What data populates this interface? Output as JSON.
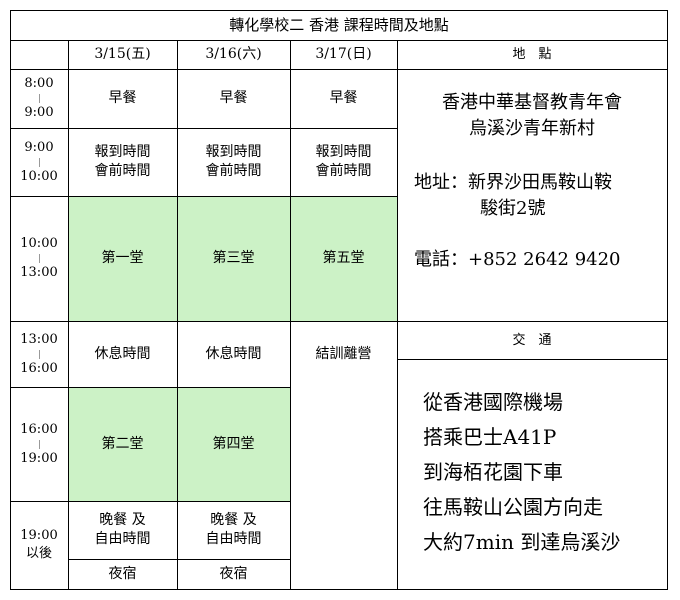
{
  "title": "轉化學校二 香港 課程時間及地點",
  "header": {
    "days": [
      "3/15(五)",
      "3/16(六)",
      "3/17(日)"
    ],
    "location": "地　點"
  },
  "times": [
    {
      "start": "8:00",
      "end": "9:00"
    },
    {
      "start": "9:00",
      "end": "10:00"
    },
    {
      "start": "10:00",
      "end": "13:00"
    },
    {
      "start": "13:00",
      "end": "16:00"
    },
    {
      "start": "16:00",
      "end": "19:00"
    },
    {
      "start": "19:00",
      "end": "以後"
    }
  ],
  "schedule": {
    "breakfast": "早餐",
    "checkin": [
      "報到時間",
      "會前時間"
    ],
    "session1": "第一堂",
    "session2": "第二堂",
    "session3": "第三堂",
    "session4": "第四堂",
    "session5": "第五堂",
    "rest": "休息時間",
    "closing": "結訓離營",
    "dinner": [
      "晚餐 及",
      "自由時間"
    ],
    "overnight": "夜宿"
  },
  "location": {
    "name1": "香港中華基督教青年會",
    "name2": "烏溪沙青年新村",
    "address1": "地址：新界沙田馬鞍山鞍",
    "address2": "駿街2號",
    "phone": "電話：+852 2642 9420"
  },
  "transport": {
    "heading": "交　通",
    "lines": [
      "從香港國際機場",
      "搭乘巴士A41P",
      "到海栢花園下車",
      "往馬鞍山公園方向走",
      "大約7min 到達烏溪沙"
    ]
  },
  "colors": {
    "session_fill": "#ccf2c6"
  }
}
